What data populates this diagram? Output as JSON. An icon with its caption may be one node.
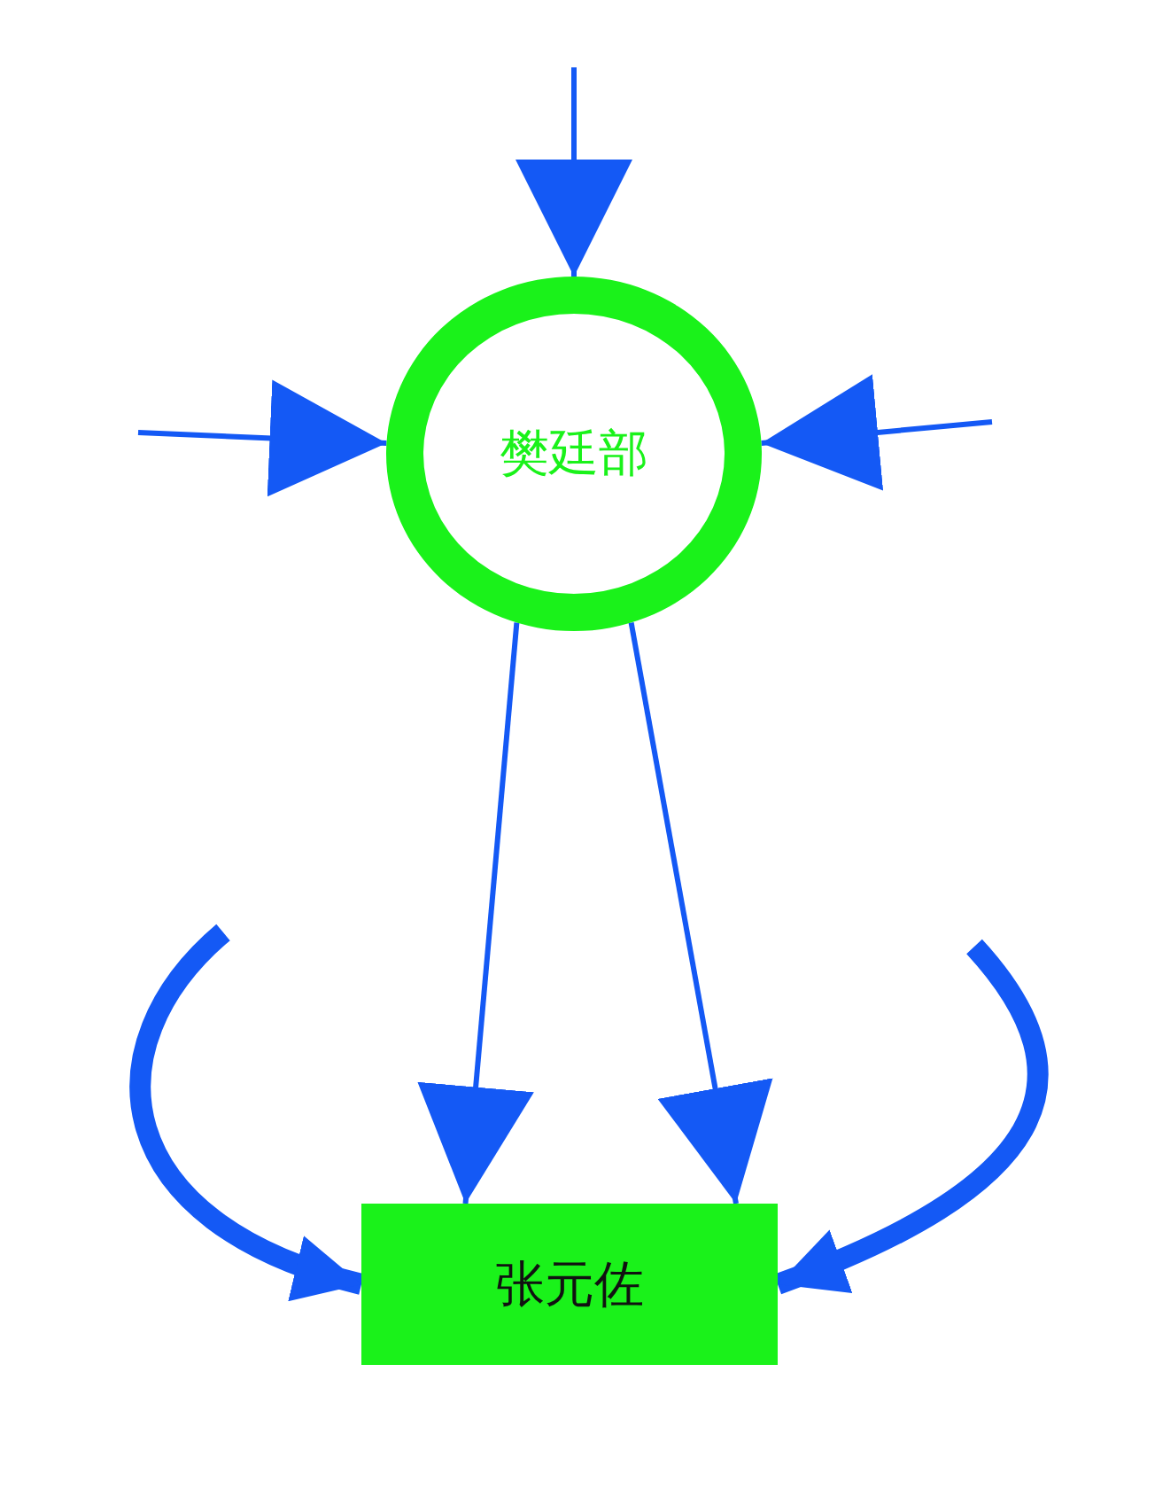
{
  "diagram": {
    "nodes": [
      {
        "text": [
          "樊廷部"
        ]
      },
      {
        "text": [
          "张元佐"
        ]
      }
    ],
    "edges": [
      {
        "from": null,
        "to": 0,
        "arrow": "to"
      },
      {
        "from": null,
        "to": 0,
        "arrow": "to"
      },
      {
        "from": null,
        "to": 0,
        "arrow": "to"
      },
      {
        "from": 0,
        "to": 1,
        "arrow": "to"
      },
      {
        "from": 0,
        "to": 1,
        "arrow": "to"
      },
      {
        "from": null,
        "to": 1,
        "arrow": "to",
        "style": "thick"
      },
      {
        "from": null,
        "to": 1,
        "arrow": "to",
        "style": "thick"
      }
    ]
  }
}
